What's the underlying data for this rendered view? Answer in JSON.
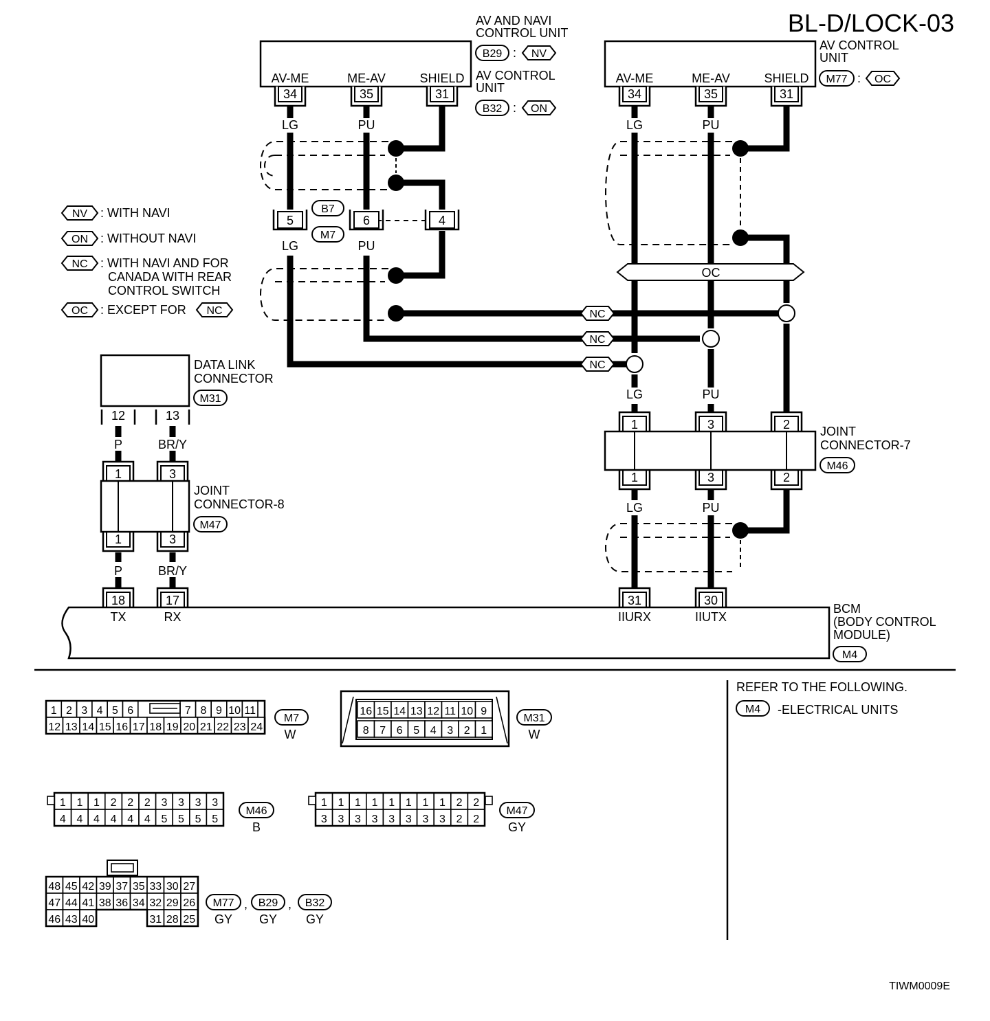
{
  "title": "BL-D/LOCK-03",
  "figure_id": "TIWM0009E",
  "units": {
    "av_navi": {
      "name": [
        "AV AND NAVI",
        "CONTROL UNIT"
      ],
      "connector": "B29",
      "option": "NV"
    },
    "av_control_left": {
      "name": [
        "AV CONTROL",
        "UNIT"
      ],
      "connector": "B32",
      "option": "ON"
    },
    "av_control_right": {
      "name": [
        "AV CONTROL",
        "UNIT"
      ],
      "connector": "M77",
      "option": "OC"
    },
    "data_link": {
      "name": [
        "DATA LINK",
        "CONNECTOR"
      ],
      "connector": "M31"
    },
    "joint8": {
      "name": [
        "JOINT",
        "CONNECTOR-8"
      ],
      "connector": "M47"
    },
    "joint7": {
      "name": [
        "JOINT",
        "CONNECTOR-7"
      ],
      "connector": "M46"
    },
    "bcm": {
      "name": [
        "BCM",
        "(BODY CONTROL",
        " MODULE)"
      ],
      "connector": "M4"
    }
  },
  "pins": {
    "left_unit": [
      {
        "label": "AV-ME",
        "num": "34",
        "wire": "LG"
      },
      {
        "label": "ME-AV",
        "num": "35",
        "wire": "PU"
      },
      {
        "label": "SHIELD",
        "num": "31"
      }
    ],
    "right_unit": [
      {
        "label": "AV-ME",
        "num": "34",
        "wire": "LG"
      },
      {
        "label": "ME-AV",
        "num": "35",
        "wire": "PU"
      },
      {
        "label": "SHIELD",
        "num": "31"
      }
    ],
    "inline": {
      "pins": [
        "5",
        "6",
        "4"
      ],
      "wires_below": [
        "LG",
        "PU"
      ],
      "connectors": [
        "B7",
        "M7"
      ]
    },
    "data_link": [
      {
        "num": "12",
        "wire": "P"
      },
      {
        "num": "13",
        "wire": "BR/Y"
      }
    ],
    "joint8_top": [
      "1",
      "3"
    ],
    "joint8_bottom": [
      {
        "num": "1",
        "wire": "P"
      },
      {
        "num": "3",
        "wire": "BR/Y"
      }
    ],
    "joint7_top": [
      {
        "num": "1",
        "wire": "LG"
      },
      {
        "num": "3",
        "wire": "PU"
      },
      {
        "num": "2"
      }
    ],
    "joint7_bottom": [
      {
        "num": "1",
        "wire": "LG"
      },
      {
        "num": "3",
        "wire": "PU"
      },
      {
        "num": "2"
      }
    ],
    "bcm": [
      {
        "num": "18",
        "label": "TX"
      },
      {
        "num": "17",
        "label": "RX"
      },
      {
        "num": "31",
        "label": "IIURX"
      },
      {
        "num": "30",
        "label": "IIUTX"
      }
    ]
  },
  "options_bar": "OC",
  "nc_tag": "NC",
  "legend": [
    {
      "tag": "NV",
      "lines": [
        ": WITH NAVI"
      ]
    },
    {
      "tag": "ON",
      "lines": [
        ": WITHOUT NAVI"
      ]
    },
    {
      "tag": "NC",
      "lines": [
        ": WITH NAVI AND FOR",
        "CANADA WITH REAR",
        "CONTROL SWITCH"
      ]
    },
    {
      "tag": "OC",
      "lines": [
        ": EXCEPT FOR"
      ],
      "ref": "NC"
    }
  ],
  "connector_views": {
    "m7": {
      "code": "M7",
      "color": "W",
      "row1a": [
        "1",
        "2",
        "3",
        "4",
        "5",
        "6"
      ],
      "row1b": [
        "7",
        "8",
        "9",
        "10",
        "11"
      ],
      "row2": [
        "12",
        "13",
        "14",
        "15",
        "16",
        "17",
        "18",
        "19",
        "20",
        "21",
        "22",
        "23",
        "24"
      ]
    },
    "m31": {
      "code": "M31",
      "color": "W",
      "row1": [
        "16",
        "15",
        "14",
        "13",
        "12",
        "11",
        "10",
        "9"
      ],
      "row2": [
        "8",
        "7",
        "6",
        "5",
        "4",
        "3",
        "2",
        "1"
      ]
    },
    "m46": {
      "code": "M46",
      "color": "B",
      "row1": [
        "1",
        "1",
        "1",
        "2",
        "2",
        "2",
        "3",
        "3",
        "3",
        "3"
      ],
      "row2": [
        "4",
        "4",
        "4",
        "4",
        "4",
        "4",
        "5",
        "5",
        "5",
        "5"
      ]
    },
    "m47": {
      "code": "M47",
      "color": "GY",
      "row1": [
        "1",
        "1",
        "1",
        "1",
        "1",
        "1",
        "1",
        "1",
        "2",
        "2"
      ],
      "row2": [
        "3",
        "3",
        "3",
        "3",
        "3",
        "3",
        "3",
        "3",
        "2",
        "2"
      ]
    },
    "m77": {
      "codes": [
        "M77",
        "B29",
        "B32"
      ],
      "colors": [
        "GY",
        "GY",
        "GY"
      ],
      "row1": [
        "48",
        "45",
        "42",
        "39",
        "37",
        "35",
        "33",
        "30",
        "27"
      ],
      "row2": [
        "47",
        "44",
        "41",
        "38",
        "36",
        "34",
        "32",
        "29",
        "26"
      ],
      "row3a": [
        "46",
        "43",
        "40"
      ],
      "row3b": [
        "31",
        "28",
        "25"
      ]
    }
  },
  "refer": {
    "heading": "REFER TO THE FOLLOWING.",
    "code": "M4",
    "text": "-ELECTRICAL UNITS"
  }
}
